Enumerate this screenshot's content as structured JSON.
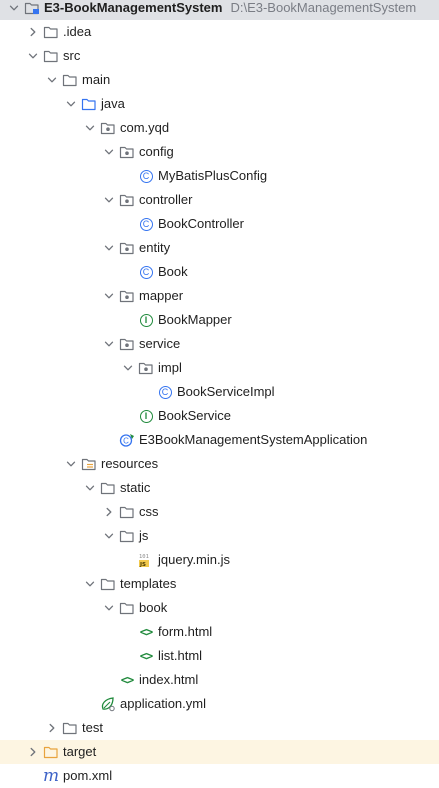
{
  "tree": [
    {
      "name": "project-root",
      "label": "E3-BookManagementSystem",
      "path": "D:\\E3-BookManagementSystem",
      "depth": 0,
      "expand": "open",
      "icon": "module-folder-icon",
      "bold": true,
      "root": true
    },
    {
      "name": "folder-idea",
      "label": ".idea",
      "depth": 1,
      "expand": "closed",
      "icon": "folder-icon"
    },
    {
      "name": "folder-src",
      "label": "src",
      "depth": 1,
      "expand": "open",
      "icon": "folder-icon"
    },
    {
      "name": "folder-main",
      "label": "main",
      "depth": 2,
      "expand": "open",
      "icon": "folder-icon"
    },
    {
      "name": "folder-java",
      "label": "java",
      "depth": 3,
      "expand": "open",
      "icon": "source-folder-icon"
    },
    {
      "name": "package-com-yqd",
      "label": "com.yqd",
      "depth": 4,
      "expand": "open",
      "icon": "package-icon"
    },
    {
      "name": "package-config",
      "label": "config",
      "depth": 5,
      "expand": "open",
      "icon": "package-icon"
    },
    {
      "name": "file-mybatisplusconfig",
      "label": "MyBatisPlusConfig",
      "depth": 6,
      "expand": "none",
      "icon": "class-icon"
    },
    {
      "name": "package-controller",
      "label": "controller",
      "depth": 5,
      "expand": "open",
      "icon": "package-icon"
    },
    {
      "name": "file-bookcontroller",
      "label": "BookController",
      "depth": 6,
      "expand": "none",
      "icon": "class-icon"
    },
    {
      "name": "package-entity",
      "label": "entity",
      "depth": 5,
      "expand": "open",
      "icon": "package-icon"
    },
    {
      "name": "file-book",
      "label": "Book",
      "depth": 6,
      "expand": "none",
      "icon": "class-icon"
    },
    {
      "name": "package-mapper",
      "label": "mapper",
      "depth": 5,
      "expand": "open",
      "icon": "package-icon"
    },
    {
      "name": "file-bookmapper",
      "label": "BookMapper",
      "depth": 6,
      "expand": "none",
      "icon": "interface-icon"
    },
    {
      "name": "package-service",
      "label": "service",
      "depth": 5,
      "expand": "open",
      "icon": "package-icon"
    },
    {
      "name": "package-impl",
      "label": "impl",
      "depth": 6,
      "expand": "open",
      "icon": "package-icon"
    },
    {
      "name": "file-bookserviceimpl",
      "label": "BookServiceImpl",
      "depth": 7,
      "expand": "none",
      "icon": "class-icon"
    },
    {
      "name": "file-bookservice",
      "label": "BookService",
      "depth": 6,
      "expand": "none",
      "icon": "interface-icon"
    },
    {
      "name": "file-application-class",
      "label": "E3BookManagementSystemApplication",
      "depth": 5,
      "expand": "none",
      "icon": "spring-boot-class-icon"
    },
    {
      "name": "folder-resources",
      "label": "resources",
      "depth": 3,
      "expand": "open",
      "icon": "resources-folder-icon"
    },
    {
      "name": "folder-static",
      "label": "static",
      "depth": 4,
      "expand": "open",
      "icon": "folder-icon"
    },
    {
      "name": "folder-css",
      "label": "css",
      "depth": 5,
      "expand": "closed",
      "icon": "folder-icon"
    },
    {
      "name": "folder-js",
      "label": "js",
      "depth": 5,
      "expand": "open",
      "icon": "folder-icon"
    },
    {
      "name": "file-jquery",
      "label": "jquery.min.js",
      "depth": 6,
      "expand": "none",
      "icon": "js-file-icon"
    },
    {
      "name": "folder-templates",
      "label": "templates",
      "depth": 4,
      "expand": "open",
      "icon": "folder-icon"
    },
    {
      "name": "folder-book",
      "label": "book",
      "depth": 5,
      "expand": "open",
      "icon": "folder-icon"
    },
    {
      "name": "file-form-html",
      "label": "form.html",
      "depth": 6,
      "expand": "none",
      "icon": "html-file-icon"
    },
    {
      "name": "file-list-html",
      "label": "list.html",
      "depth": 6,
      "expand": "none",
      "icon": "html-file-icon"
    },
    {
      "name": "file-index-html",
      "label": "index.html",
      "depth": 5,
      "expand": "none",
      "icon": "html-file-icon"
    },
    {
      "name": "file-application-yml",
      "label": "application.yml",
      "depth": 4,
      "expand": "none",
      "icon": "spring-config-file-icon"
    },
    {
      "name": "folder-test",
      "label": "test",
      "depth": 2,
      "expand": "closed",
      "icon": "folder-icon"
    },
    {
      "name": "folder-target",
      "label": "target",
      "depth": 1,
      "expand": "closed",
      "icon": "excluded-folder-icon",
      "excluded": true
    },
    {
      "name": "file-pom",
      "label": "pom.xml",
      "depth": 1,
      "expand": "none",
      "icon": "maven-file-icon"
    }
  ],
  "colors": {
    "accent": "#3574f0",
    "interface": "#208a3c",
    "excluded_folder": "#e8a33d",
    "path_text": "#7a7d85",
    "root_selection": "#dfe1e5",
    "excluded_row": "#fdf5e2"
  }
}
